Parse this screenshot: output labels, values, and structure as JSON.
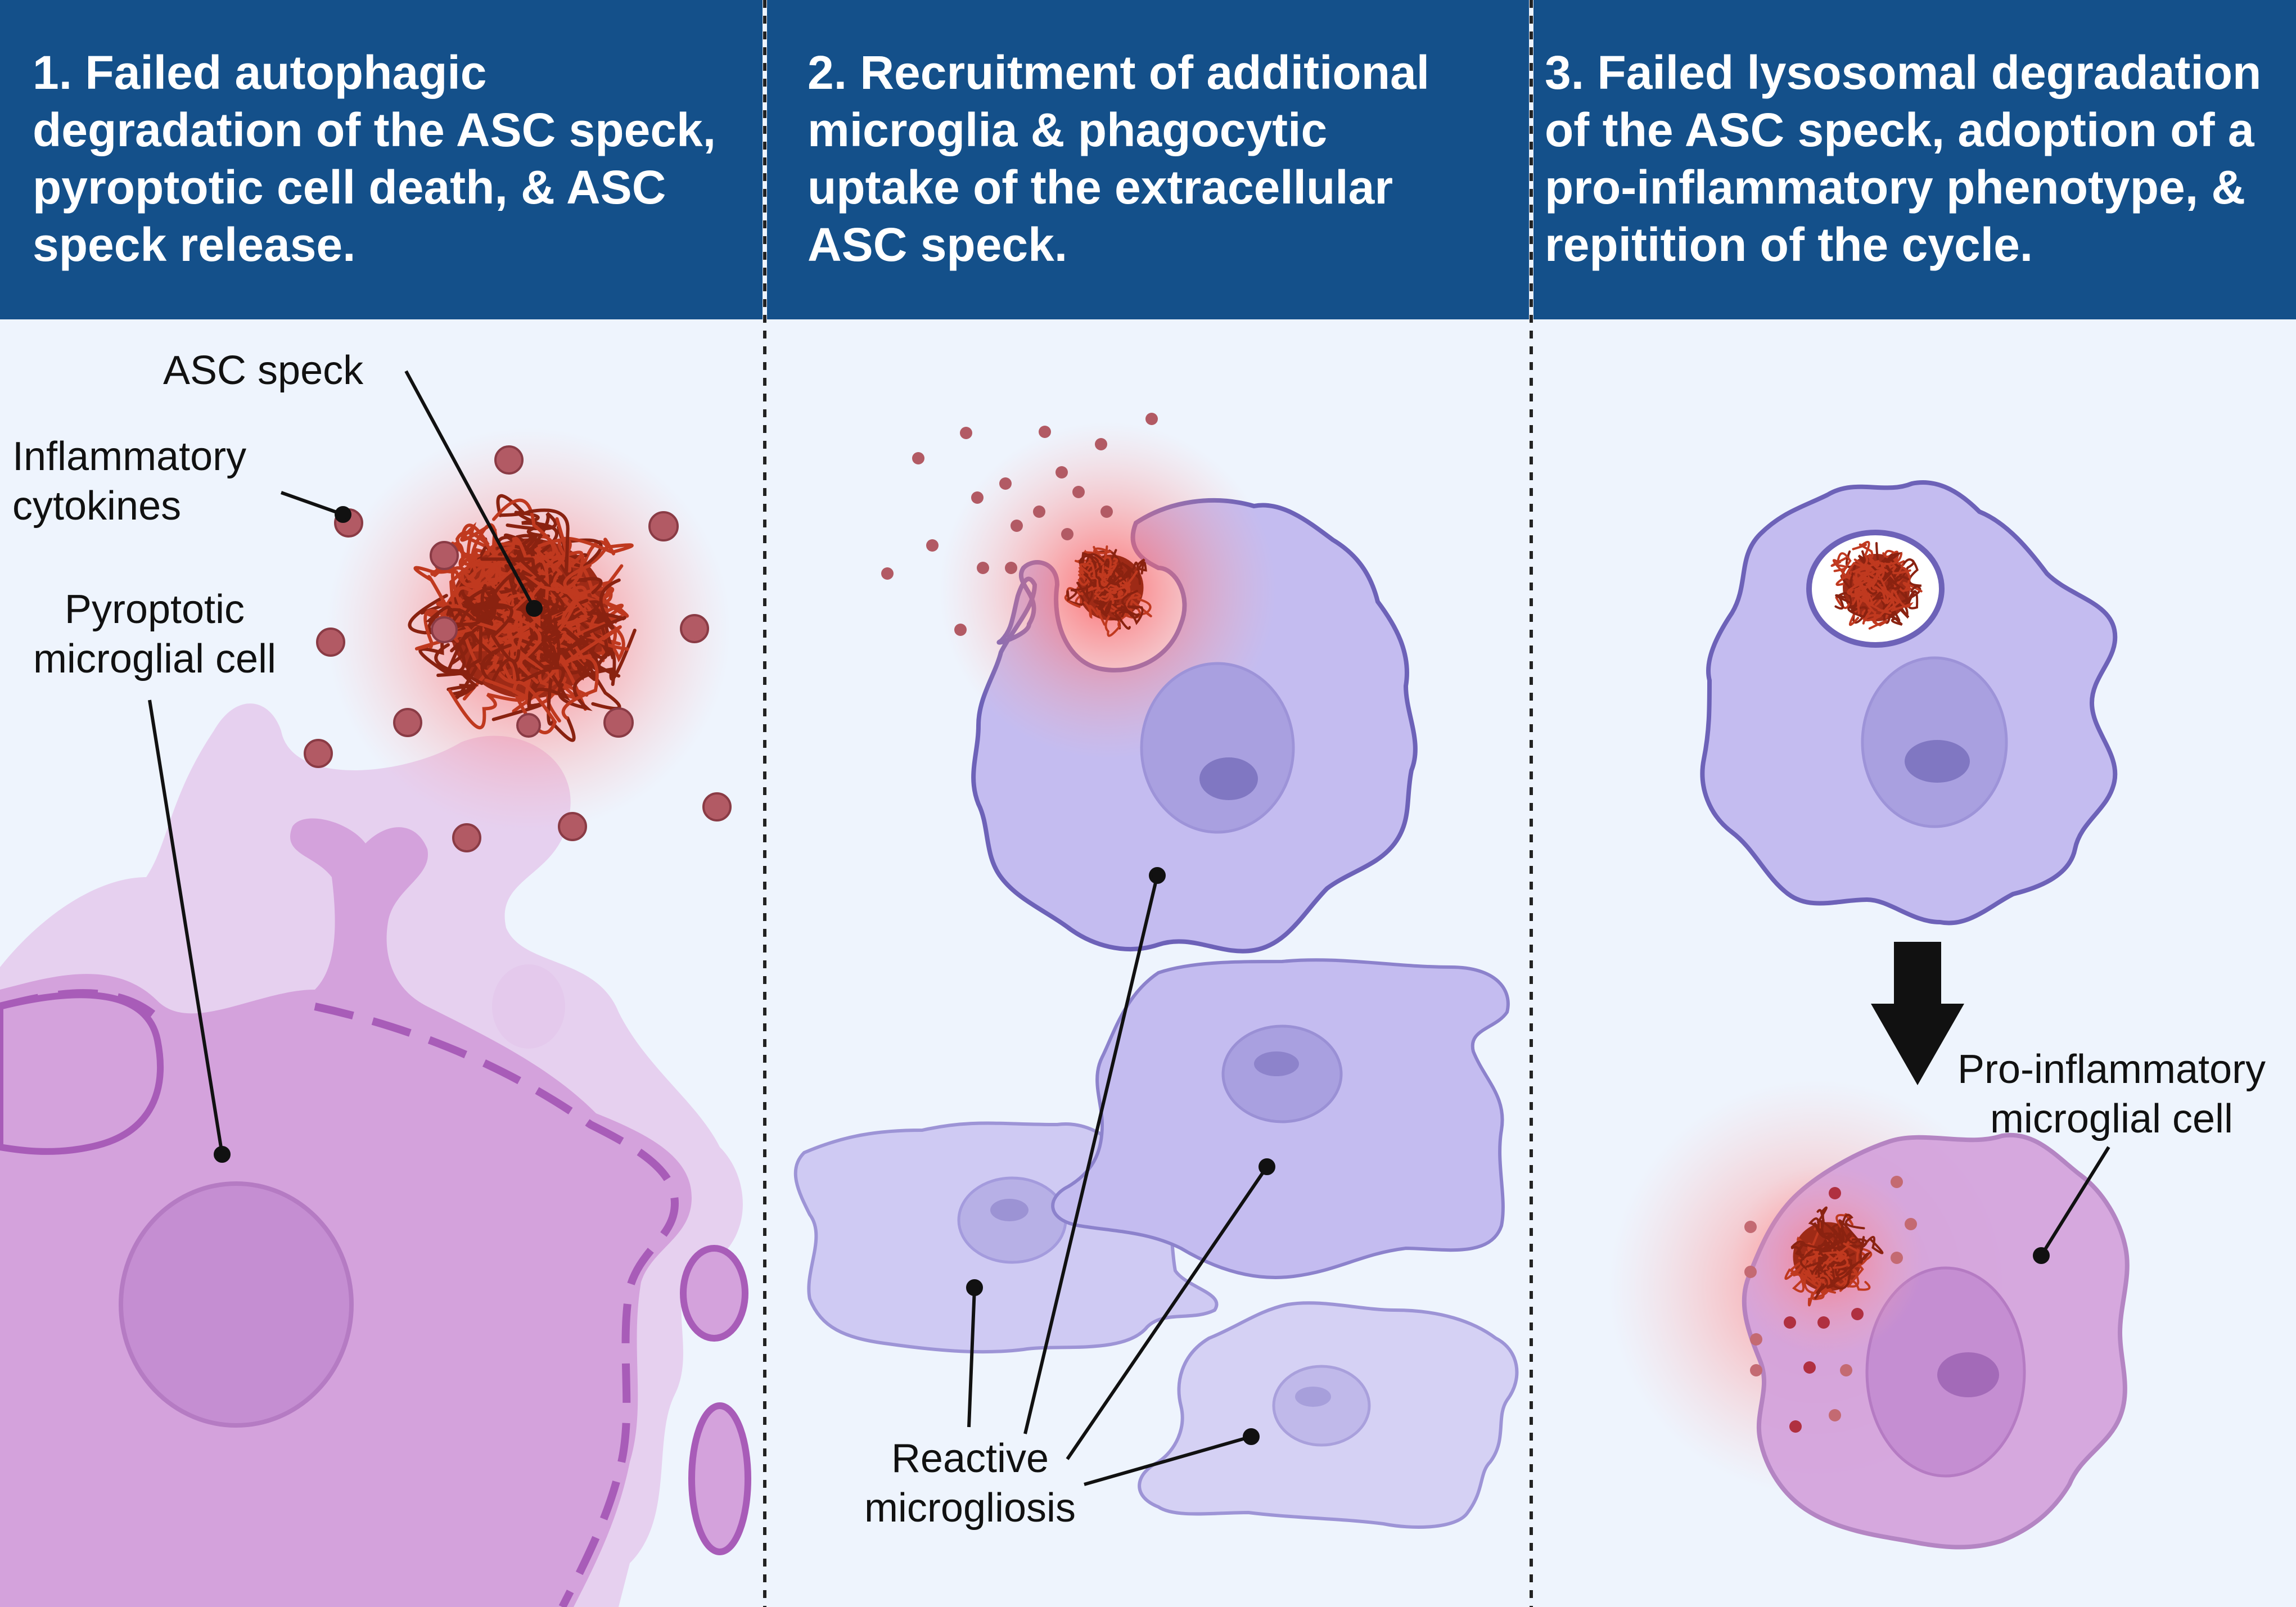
{
  "panels": [
    {
      "heading_lines": [
        "1. Failed autophagic",
        "degradation of the ASC speck,",
        "pyroptotic cell death, & ASC",
        "speck release."
      ],
      "labels": {
        "asc_speck": "ASC speck",
        "inflammatory_cytokines": [
          "Inflammatory",
          "cytokines"
        ],
        "pyroptotic_cell": [
          "Pyroptotic",
          "microglial cell"
        ]
      }
    },
    {
      "heading_lines": [
        "2. Recruitment of additional",
        "microglia & phagocytic",
        "uptake of the extracellular",
        "ASC speck."
      ],
      "labels": {
        "reactive_microgliosis": [
          "Reactive",
          "microgliosis"
        ]
      }
    },
    {
      "heading_lines": [
        "3. Failed lysosomal degradation",
        "of the ASC speck, adoption of a",
        "pro-inflammatory phenotype, &",
        "repitition of the cycle."
      ],
      "labels": {
        "pro_inflammatory_cell": [
          "Pro-inflammatory",
          "microglial cell"
        ]
      }
    }
  ],
  "colors": {
    "header_bg": "#14508a",
    "background": "#eef4fd",
    "pyroptotic_cell": "#d4a2dc",
    "microglia": "#c4bcf0",
    "speck": "#b8321c",
    "glow": "#ff6b6b"
  }
}
